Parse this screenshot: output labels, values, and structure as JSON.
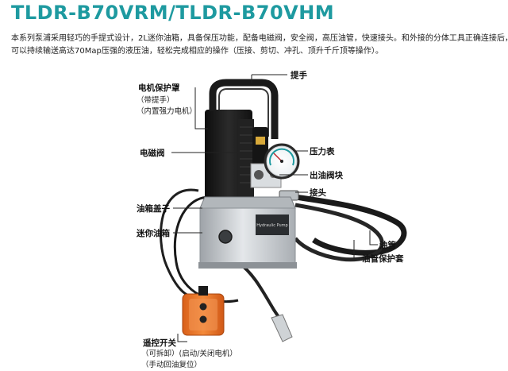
{
  "title": "TLDR-B70VRM/TLDR-B70VHM",
  "description": {
    "line1": "本系列泵浦采用轻巧的手提式设计，2L迷你油箱，具备保压功能，配备电磁阀，安全阀，高压油管，快速接头。和外接的分体工具正确连接后，",
    "line2": "可以持续输送高达70Map压强的液压油，轻松完成相应的操作（压接、剪切、冲孔、顶升千斤顶等操作）。"
  },
  "labels": {
    "motor_cover": "电机保护罩",
    "motor_cover_sub1": "（带提手）",
    "motor_cover_sub2": "（内置强力电机）",
    "handle": "提手",
    "pressure_gauge": "压力表",
    "solenoid_valve": "电磁阀",
    "outlet_valve": "出油阀块",
    "connector": "接头",
    "tank_cap": "油箱盖子",
    "mini_tank": "迷你油箱",
    "oil_pipe": "油管",
    "pipe_sleeve": "油管保护套",
    "remote_switch": "遥控开关",
    "remote_sub1": "（可拆卸）(启动/关闭电机）",
    "remote_sub2": "（手动回油复位）"
  },
  "device": {
    "plate_text": "Hydraulic Pump"
  },
  "colors": {
    "accent": "#1e9aa0",
    "remote_orange": "#f07a2a",
    "tank_silver": "#c9cdd1",
    "body_black": "#1b1b1b"
  }
}
